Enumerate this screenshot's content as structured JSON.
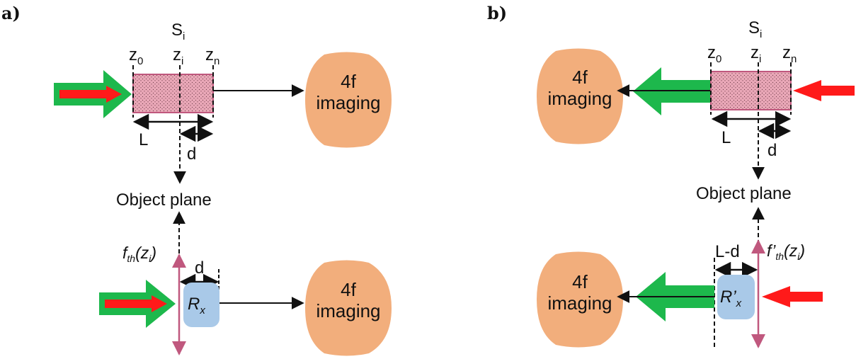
{
  "panel_a": {
    "label": "a)",
    "section": "S",
    "section_sub": "i",
    "z0": "z",
    "z0_sub": "0",
    "zi": "z",
    "zi_sub": "i",
    "zn": "z",
    "zn_sub": "n",
    "L": "L",
    "d_top": "d",
    "object_plane": "Object plane",
    "imaging_top_1": "4f",
    "imaging_top_2": "imaging",
    "f_main": "f",
    "f_sub": "th",
    "f_arg_open": "(z",
    "f_arg_sub": "i",
    "f_arg_close": ")",
    "d_bottom": "d",
    "R": "R",
    "R_sub": "x",
    "imaging_bot_1": "4f",
    "imaging_bot_2": "imaging"
  },
  "panel_b": {
    "label": "b)",
    "section": "S",
    "section_sub": "i",
    "z0": "z",
    "z0_sub": "0",
    "zi": "z",
    "zi_sub": "i",
    "zn": "z",
    "zn_sub": "n",
    "L": "L",
    "d_top": "d",
    "object_plane": "Object plane",
    "imaging_top_1": "4f",
    "imaging_top_2": "imaging",
    "f_main": "f’",
    "f_sub": "th",
    "f_arg_open": "(z",
    "f_arg_sub": "i",
    "f_arg_close": ")",
    "Ld": "L-d",
    "R": "R’",
    "R_sub": "x",
    "imaging_bot_1": "4f",
    "imaging_bot_2": "imaging"
  },
  "colors": {
    "green": "#1db84c",
    "red": "#ff1a1a",
    "sample": "#e9a7b7",
    "imaging": "#f2ae7c",
    "lens": "#a9c9e8",
    "thermal_line": "#c0587e"
  }
}
